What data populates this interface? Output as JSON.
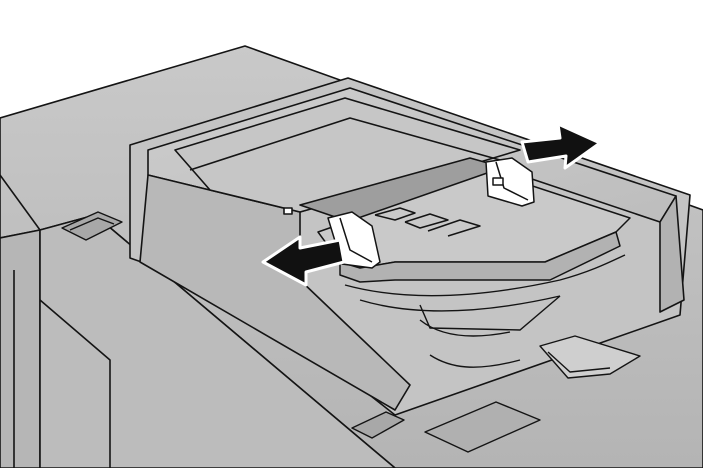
{
  "illustration": {
    "subject": "document-feeder-copier",
    "palette": {
      "background": "#ffffff",
      "body": "#bdbdbd",
      "panel": "#c8c8c8",
      "shadow": "#9a9a9a",
      "outline": "#141414",
      "arrow_fill": "#111111",
      "arrow_outline": "#ffffff"
    },
    "arrows": [
      {
        "name": "guide-arrow-left",
        "direction": "right"
      },
      {
        "name": "guide-arrow-right",
        "direction": "left"
      }
    ]
  }
}
